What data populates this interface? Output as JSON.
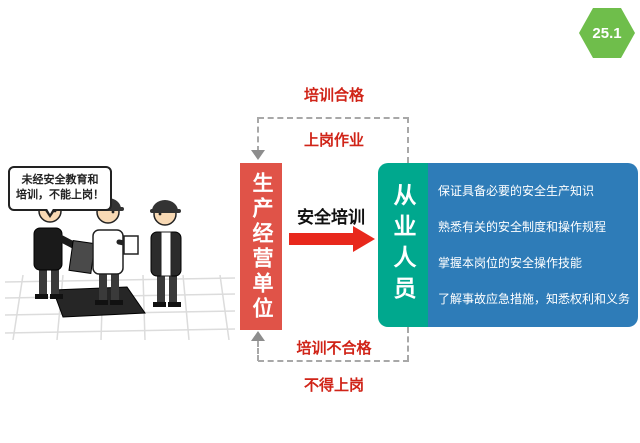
{
  "badge": {
    "number": "25.1",
    "color": "#6fbe4b"
  },
  "cartoon": {
    "speech_bubble": {
      "line1": "未经安全教育和",
      "line2": "培训，不能上岗！"
    }
  },
  "flow": {
    "unit_box": {
      "label": "生产经营单位",
      "color": "#e05348"
    },
    "training_arrow": {
      "label": "安全培训",
      "color": "#e8281c"
    },
    "worker_box": {
      "label": "从业人员",
      "color": "#00a88e"
    },
    "requirements_box": {
      "color": "#2e7cb8",
      "items": [
        "保证具备必要的安全生产知识",
        "熟悉有关的安全制度和操作规程",
        "掌握本岗位的安全操作技能",
        "了解事故应急措施，知悉权利和义务"
      ]
    },
    "qualified_loop": {
      "label_top": "培训合格",
      "label_bottom": "上岗作业"
    },
    "unqualified_loop": {
      "label_top": "培训不合格",
      "label_bottom": "不得上岗"
    }
  }
}
